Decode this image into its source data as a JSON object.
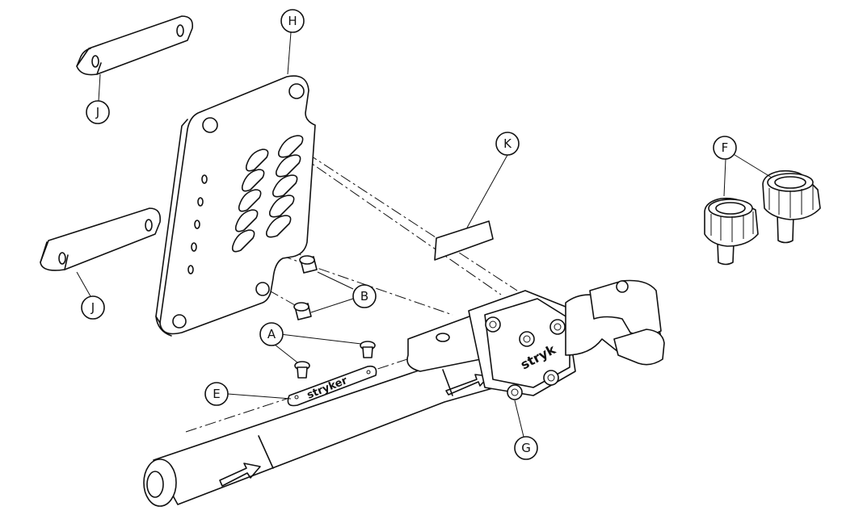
{
  "diagram": {
    "callouts": [
      {
        "id": "A",
        "label": "A"
      },
      {
        "id": "B",
        "label": "B"
      },
      {
        "id": "E",
        "label": "E"
      },
      {
        "id": "F",
        "label": "F"
      },
      {
        "id": "G",
        "label": "G"
      },
      {
        "id": "H",
        "label": "H"
      },
      {
        "id": "J",
        "label": "J"
      },
      {
        "id": "K",
        "label": "K"
      }
    ],
    "logo_text": "stryker",
    "logo_text_partial": "stryk"
  }
}
